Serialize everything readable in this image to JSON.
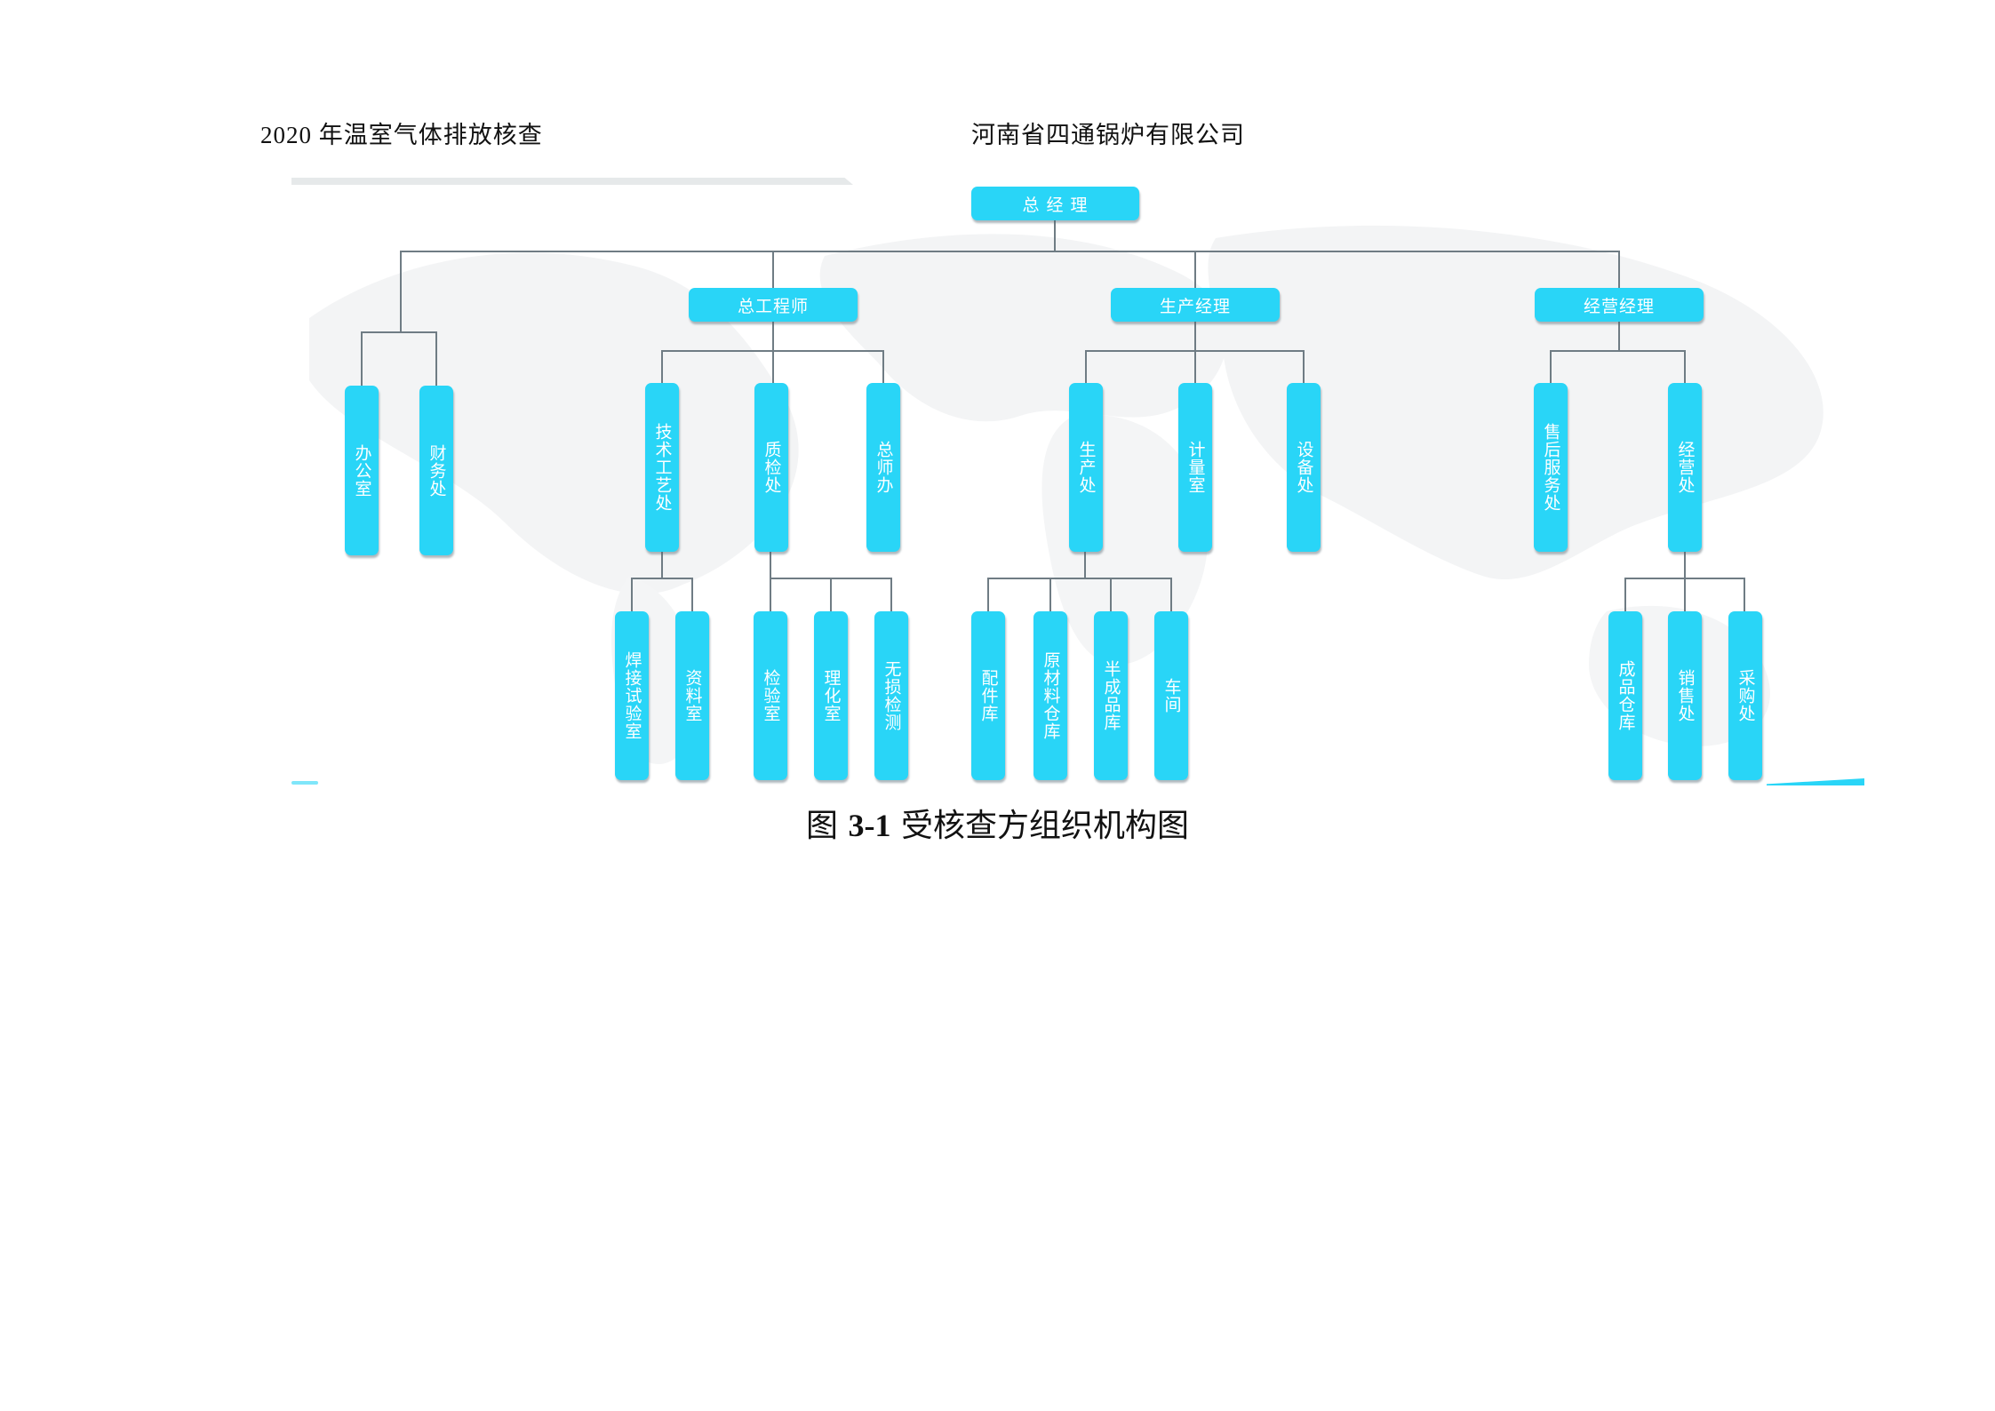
{
  "header": {
    "left": "2020 年温室气体排放核查",
    "right": "河南省四通锅炉有限公司"
  },
  "colors": {
    "box_fill": "#29d5f7",
    "box_text": "#ffffff",
    "connector": "#6f7c84"
  },
  "org_chart": {
    "root": "总 经 理",
    "direct_units": [
      "办公室",
      "财务处"
    ],
    "managers": [
      {
        "title": "总工程师",
        "departments": [
          {
            "name": "技术工艺处",
            "units": [
              "焊接试验室",
              "资料室"
            ]
          },
          {
            "name": "质检处",
            "units": [
              "检验室",
              "理化室",
              "无损检测"
            ]
          },
          {
            "name": "总师办",
            "units": []
          }
        ]
      },
      {
        "title": "生产经理",
        "departments": [
          {
            "name": "生产处",
            "units": [
              "配件库",
              "原材料仓库",
              "半成品库",
              "车间"
            ]
          },
          {
            "name": "计量室",
            "units": []
          },
          {
            "name": "设备处",
            "units": []
          }
        ]
      },
      {
        "title": "经营经理",
        "departments": [
          {
            "name": "售后服务处",
            "units": []
          },
          {
            "name": "经营处",
            "units": [
              "成品仓库",
              "销售处",
              "采购处"
            ]
          }
        ]
      }
    ]
  },
  "caption": {
    "prefix": "图 ",
    "number": "3-1",
    "title": " 受核查方组织机构图"
  }
}
